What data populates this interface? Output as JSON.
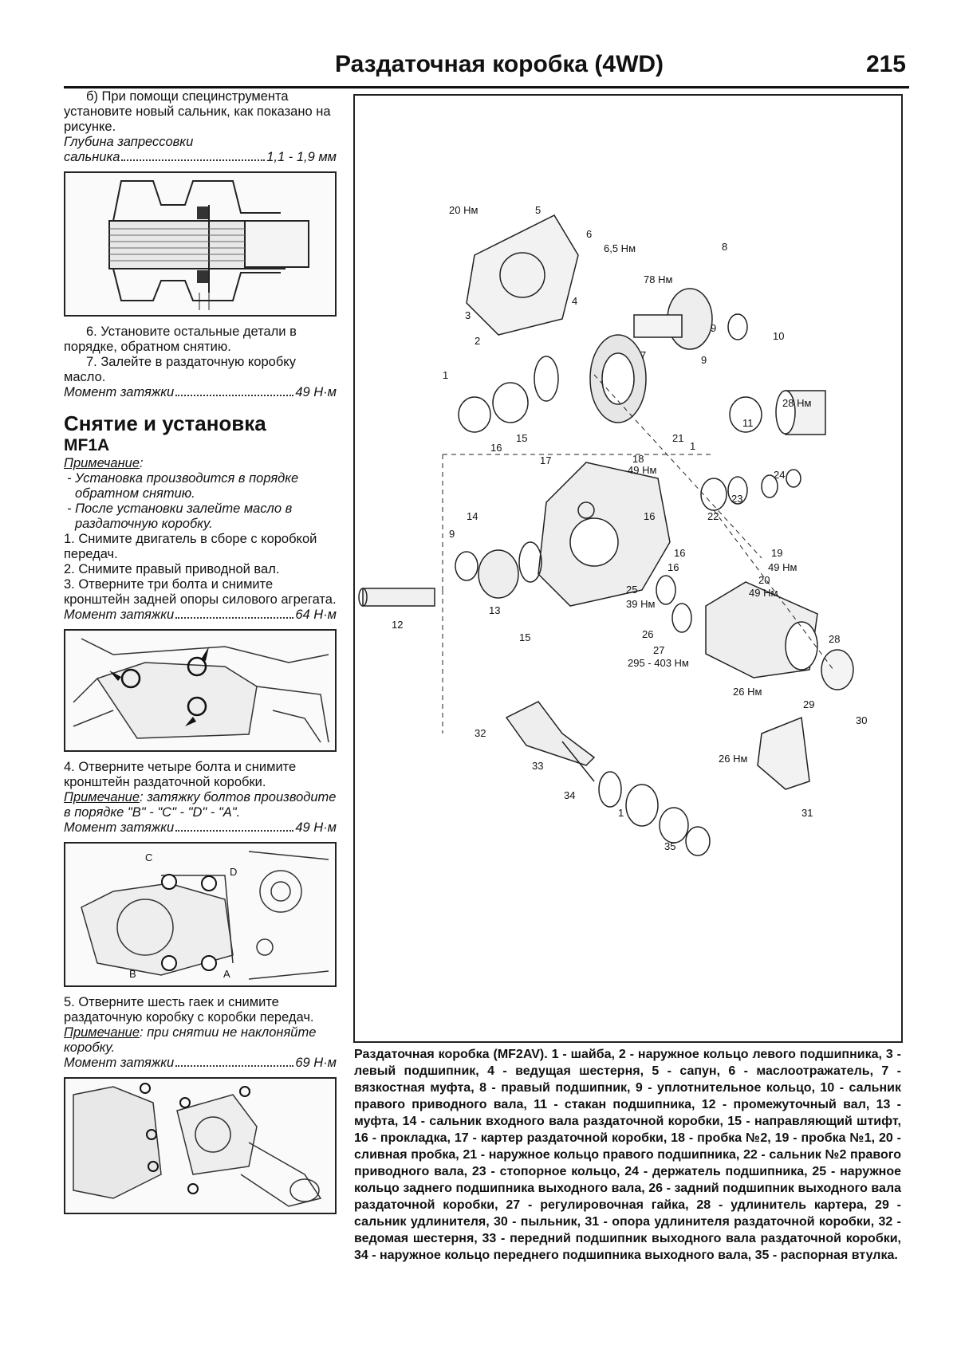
{
  "header": {
    "title": "Раздаточная коробка (4WD)",
    "page_number": "215"
  },
  "left": {
    "step_b": "б) При помощи специнструмента установите новый сальник, как показано на рисунке.",
    "depth_label_1": "Глубина запрессовки",
    "depth_label_2": "сальника",
    "depth_value": "1,1 - 1,9 мм",
    "step6": "6. Установите остальные детали в порядке, обратном снятию.",
    "step7": "7. Залейте в раздаточную коробку масло.",
    "torque1_label": "Момент затяжки",
    "torque1_value": "49 Н·м",
    "section_title": "Снятие и установка",
    "section_sub": "MF1A",
    "note_label": "Примечание",
    "note_b1": "- Установка производится в порядке обратном снятию.",
    "note_b2": "- После установки залейте масло в раздаточную коробку.",
    "s1": "1. Снимите двигатель в сборе с коробкой передач.",
    "s2": "2. Снимите правый приводной вал.",
    "s3": "3. Отверните три болта и снимите кронштейн задней опоры силового агрегата.",
    "torque2_label": "Момент затяжки",
    "torque2_value": "64 Н·м",
    "s4": "4. Отверните четыре болта и снимите кронштейн раздаточной коробки.",
    "note2_label": "Примечание",
    "note2_text": ": затяжку болтов производите в порядке \"B\" - \"C\" - \"D\" - \"A\".",
    "torque3_label": "Момент затяжки",
    "torque3_value": "49 Н·м",
    "s5": "5. Отверните шесть гаек и снимите раздаточную коробку с коробки передач.",
    "note3_label": "Примечание",
    "note3_text": ": при снятии не наклоняйте коробку.",
    "torque4_label": "Момент затяжки",
    "torque4_value": "69 Н·м",
    "photo2_letters": [
      "C",
      "D",
      "B",
      "A"
    ]
  },
  "diagram": {
    "labels": [
      "20 Нм",
      "5",
      "6",
      "6,5 Нм",
      "8",
      "78 Нм",
      "3",
      "4",
      "2",
      "1",
      "7",
      "9",
      "10",
      "9",
      "11",
      "28 Нм",
      "15",
      "16",
      "17",
      "21",
      "1",
      "18",
      "49 Нм",
      "24",
      "22",
      "23",
      "16",
      "14",
      "9",
      "16",
      "19",
      "16",
      "49 Нм",
      "20",
      "49 Нм",
      "12",
      "13",
      "15",
      "25",
      "39 Нм",
      "28",
      "26",
      "27",
      "295 - 403 Нм",
      "26 Нм",
      "29",
      "30",
      "32",
      "26 Нм",
      "33",
      "34",
      "1",
      "31",
      "35"
    ]
  },
  "caption": "Раздаточная коробка (MF2AV). 1 - шайба, 2 - наружное кольцо левого подшипника, 3 - левый подшипник, 4 - ведущая шестерня, 5 - сапун, 6 - маслоотражатель, 7 - вязкостная муфта, 8 - правый подшипник, 9 - уплотнительное кольцо, 10 - сальник правого приводного вала, 11 - стакан подшипника, 12 - промежуточный вал, 13 - муфта, 14 - сальник входного вала раздаточной коробки, 15 - направляющий штифт, 16 - прокладка, 17 - картер раздаточной коробки, 18 - пробка №2, 19 - пробка №1, 20 - сливная пробка, 21 - наружное кольцо правого подшипника, 22 - сальник №2 правого приводного вала, 23 - стопорное кольцо, 24 - держатель подшипника, 25 - наружное кольцо заднего подшипника выходного вала, 26 - задний подшипник выходного вала раздаточной коробки, 27 - регулировочная гайка, 28 - удлинитель картера, 29 - сальник удлинителя, 30 - пыльник, 31 - опора удлинителя раздаточной коробки, 32 - ведомая шестерня, 33 - передний подшипник выходного вала раздаточной коробки, 34 - наружное кольцо переднего подшипника выходного вала, 35 - распорная втулка."
}
